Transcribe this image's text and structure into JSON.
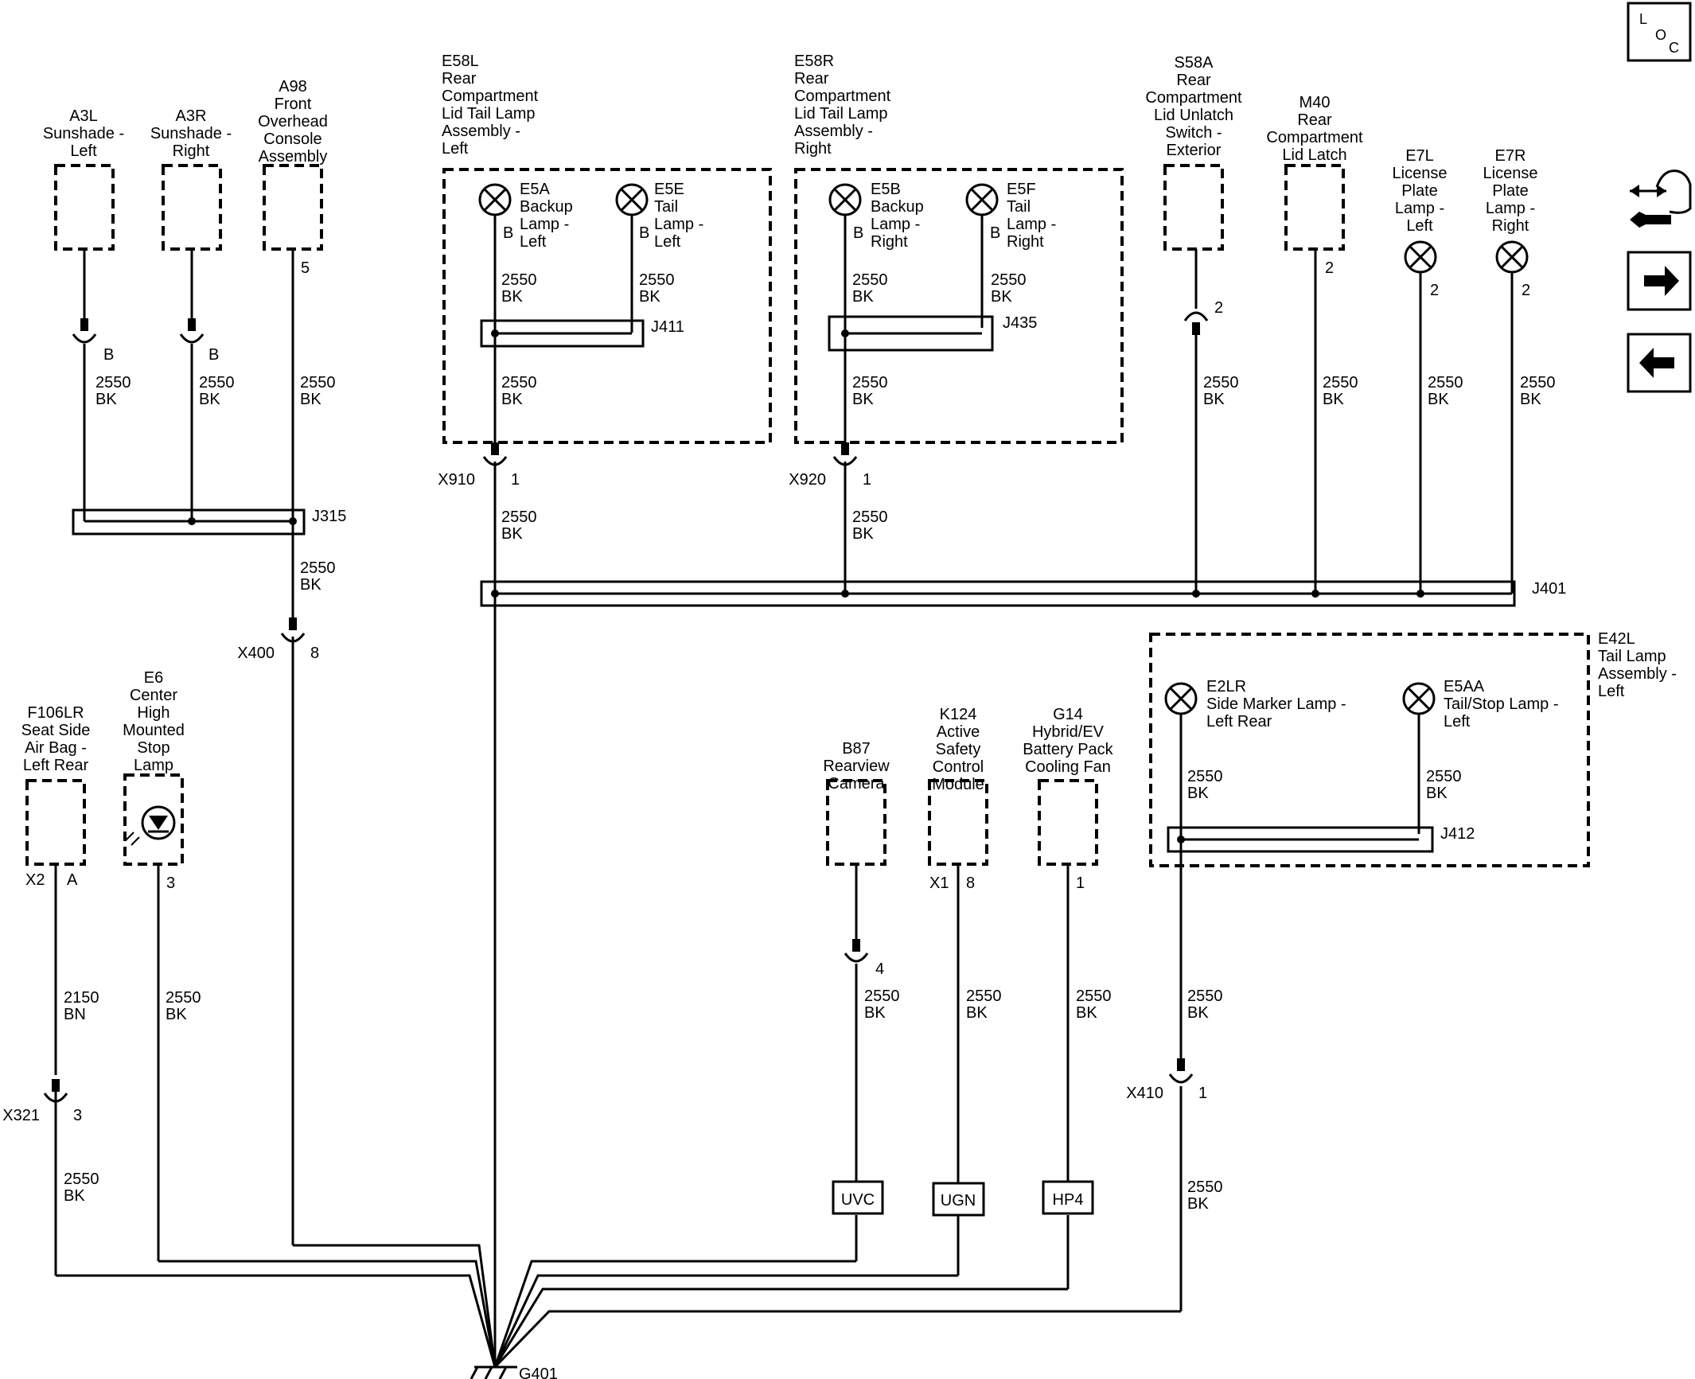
{
  "components": [
    {
      "id": "a3l",
      "lines": [
        "A3L",
        "Sunshade -",
        "Left"
      ]
    },
    {
      "id": "a3r",
      "lines": [
        "A3R",
        "Sunshade -",
        "Right"
      ]
    },
    {
      "id": "a98",
      "lines": [
        "A98",
        "Front",
        "Overhead",
        "Console",
        "Assembly"
      ]
    },
    {
      "id": "e58l",
      "lines": [
        "E58L",
        "Rear",
        "Compartment",
        "Lid Tail Lamp",
        "Assembly -",
        "Left"
      ]
    },
    {
      "id": "e58r",
      "lines": [
        "E58R",
        "Rear",
        "Compartment",
        "Lid Tail Lamp",
        "Assembly -",
        "Right"
      ]
    },
    {
      "id": "s58a",
      "lines": [
        "S58A",
        "Rear",
        "Compartment",
        "Lid Unlatch",
        "Switch -",
        "Exterior"
      ]
    },
    {
      "id": "m40",
      "lines": [
        "M40",
        "Rear",
        "Compartment",
        "Lid Latch"
      ]
    },
    {
      "id": "e7l",
      "lines": [
        "E7L",
        "License",
        "Plate",
        "Lamp -",
        "Left"
      ]
    },
    {
      "id": "e7r",
      "lines": [
        "E7R",
        "License",
        "Plate",
        "Lamp -",
        "Right"
      ]
    },
    {
      "id": "e5a",
      "lines": [
        "E5A",
        "Backup",
        "Lamp -",
        "Left"
      ]
    },
    {
      "id": "e5e",
      "lines": [
        "E5E",
        "Tail",
        "Lamp -",
        "Left"
      ]
    },
    {
      "id": "e5b",
      "lines": [
        "E5B",
        "Backup",
        "Lamp -",
        "Right"
      ]
    },
    {
      "id": "e5f",
      "lines": [
        "E5F",
        "Tail",
        "Lamp -",
        "Right"
      ]
    },
    {
      "id": "f106lr",
      "lines": [
        "F106LR",
        "Seat Side",
        "Air Bag -",
        "Left Rear"
      ]
    },
    {
      "id": "e6",
      "lines": [
        "E6",
        "Center",
        "High",
        "Mounted",
        "Stop",
        "Lamp"
      ]
    },
    {
      "id": "b87",
      "lines": [
        "B87",
        "Rearview",
        "Camera"
      ]
    },
    {
      "id": "k124",
      "lines": [
        "K124",
        "Active",
        "Safety",
        "Control",
        "Module"
      ]
    },
    {
      "id": "g14",
      "lines": [
        "G14",
        "Hybrid/EV",
        "Battery Pack",
        "Cooling Fan"
      ]
    },
    {
      "id": "e42l",
      "lines": [
        "E42L",
        "Tail Lamp",
        "Assembly -",
        "Left"
      ]
    },
    {
      "id": "e2lr",
      "lines": [
        "E2LR",
        "Side Marker Lamp -",
        "Left Rear"
      ]
    },
    {
      "id": "e5aa",
      "lines": [
        "E5AA",
        "Tail/Stop Lamp -",
        "Left"
      ]
    }
  ],
  "wires": [
    {
      "id": "w_a3l",
      "lines": [
        "2550",
        "BK"
      ]
    },
    {
      "id": "w_a3r",
      "lines": [
        "2550",
        "BK"
      ]
    },
    {
      "id": "w_a98",
      "lines": [
        "2550",
        "BK"
      ]
    },
    {
      "id": "w_j315",
      "lines": [
        "2550",
        "BK"
      ]
    },
    {
      "id": "w_e5a",
      "lines": [
        "2550",
        "BK"
      ]
    },
    {
      "id": "w_e5e",
      "lines": [
        "2550",
        "BK"
      ]
    },
    {
      "id": "w_j411",
      "lines": [
        "2550",
        "BK"
      ]
    },
    {
      "id": "w_x910",
      "lines": [
        "2550",
        "BK"
      ]
    },
    {
      "id": "w_e5b",
      "lines": [
        "2550",
        "BK"
      ]
    },
    {
      "id": "w_e5f",
      "lines": [
        "2550",
        "BK"
      ]
    },
    {
      "id": "w_j435",
      "lines": [
        "2550",
        "BK"
      ]
    },
    {
      "id": "w_x920",
      "lines": [
        "2550",
        "BK"
      ]
    },
    {
      "id": "w_s58a",
      "lines": [
        "2550",
        "BK"
      ]
    },
    {
      "id": "w_m40",
      "lines": [
        "2550",
        "BK"
      ]
    },
    {
      "id": "w_e7l",
      "lines": [
        "2550",
        "BK"
      ]
    },
    {
      "id": "w_e7r",
      "lines": [
        "2550",
        "BK"
      ]
    },
    {
      "id": "w_e2lr",
      "lines": [
        "2550",
        "BK"
      ]
    },
    {
      "id": "w_e5aa",
      "lines": [
        "2550",
        "BK"
      ]
    },
    {
      "id": "w_f106",
      "lines": [
        "2150",
        "BN"
      ]
    },
    {
      "id": "w_x321",
      "lines": [
        "2550",
        "BK"
      ]
    },
    {
      "id": "w_e6",
      "lines": [
        "2550",
        "BK"
      ]
    },
    {
      "id": "w_b87",
      "lines": [
        "2550",
        "BK"
      ]
    },
    {
      "id": "w_k124",
      "lines": [
        "2550",
        "BK"
      ]
    },
    {
      "id": "w_g14",
      "lines": [
        "2550",
        "BK"
      ]
    },
    {
      "id": "w_j412",
      "lines": [
        "2550",
        "BK"
      ]
    },
    {
      "id": "w_x410",
      "lines": [
        "2550",
        "BK"
      ]
    }
  ],
  "pins": {
    "a3l": "B",
    "a3r": "B",
    "a98": "5",
    "e5a": "B",
    "e5e": "B",
    "e5b": "B",
    "e5f": "B",
    "s58a": "2",
    "m40": "2",
    "e7l": "2",
    "e7r": "2",
    "f106_conn": "X2",
    "f106_pin": "A",
    "e6": "3",
    "b87": "4",
    "k124_conn": "X1",
    "k124_pin": "8",
    "g14": "1"
  },
  "connectors": {
    "x910": "X910",
    "x910_pin": "1",
    "x920": "X920",
    "x920_pin": "1",
    "x400": "X400",
    "x400_pin": "8",
    "x321": "X321",
    "x321_pin": "3",
    "x410": "X410",
    "x410_pin": "1"
  },
  "splices": {
    "j315": "J315",
    "j411": "J411",
    "j435": "J435",
    "j401": "J401",
    "j412": "J412"
  },
  "modules": {
    "uvc": "UVC",
    "ugn": "UGN",
    "hp4": "HP4"
  },
  "ground": "G401",
  "nav": {
    "loc_l": "L",
    "loc_o": "O",
    "loc_c": "C"
  }
}
